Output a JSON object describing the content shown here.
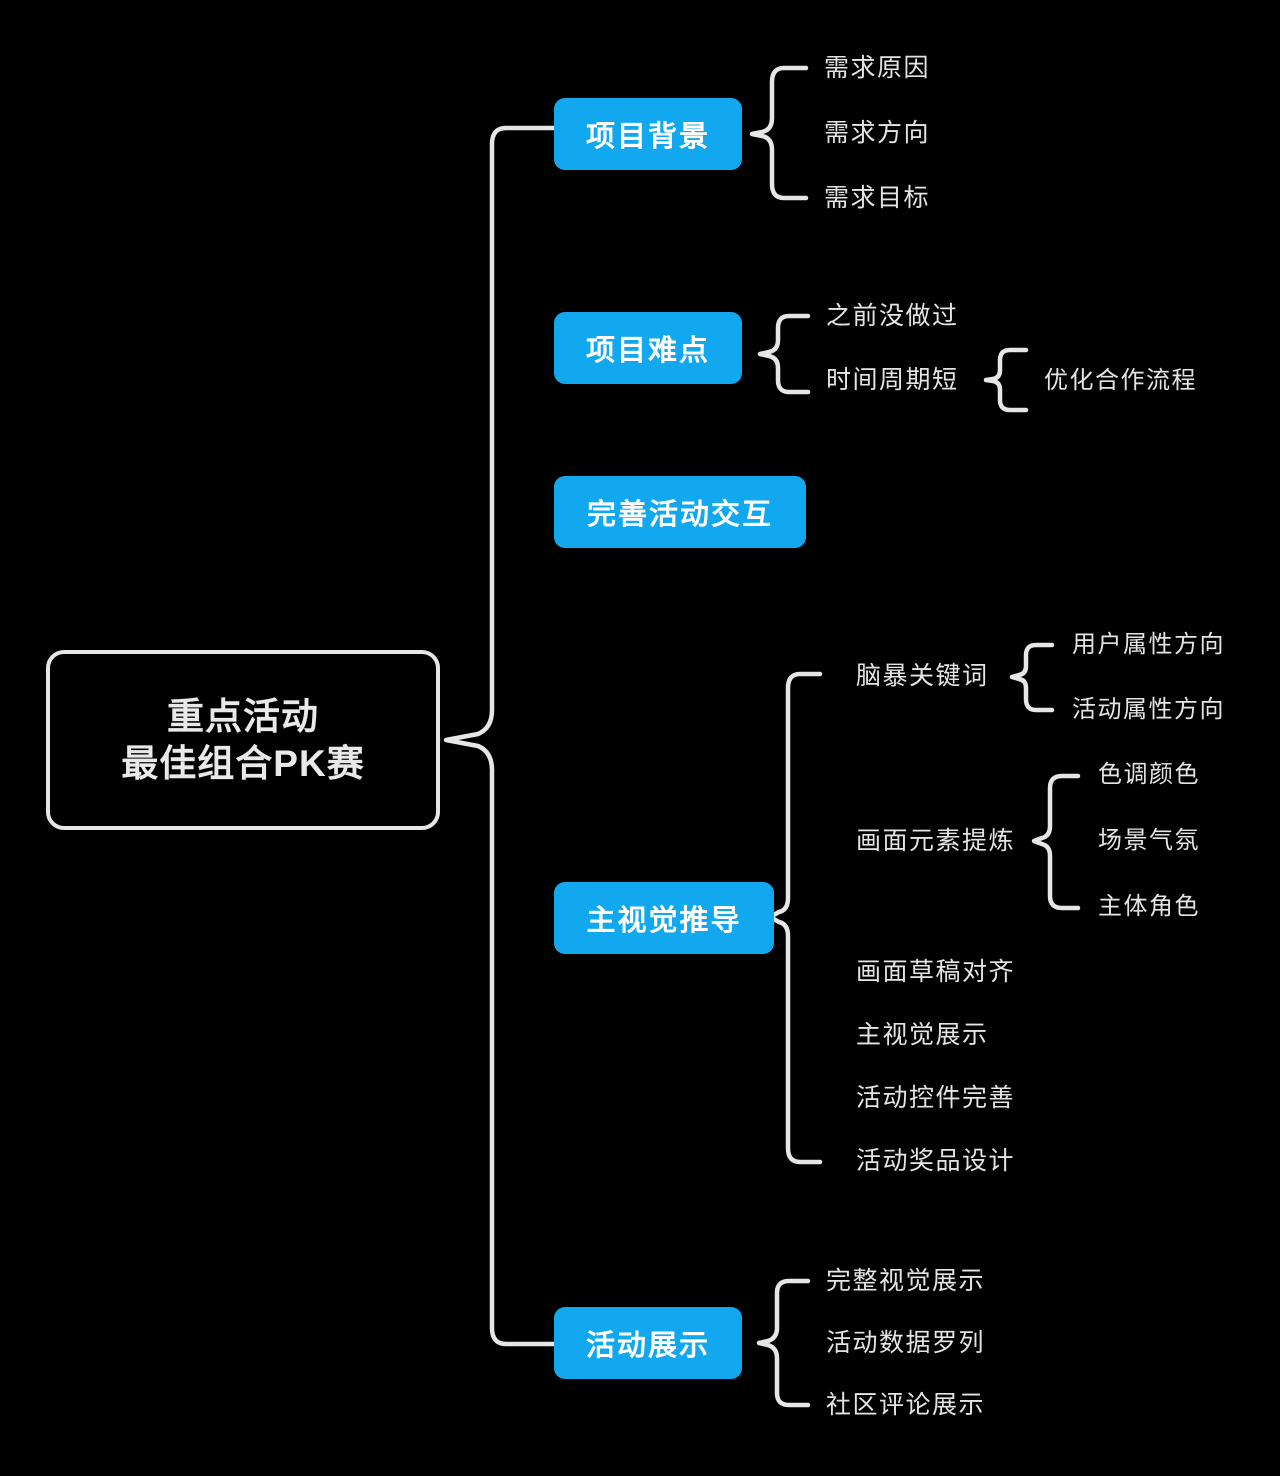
{
  "meta": {
    "type": "mindmap",
    "background_color": "#000000",
    "node_fill": "#12A8F0",
    "node_text_color": "#FFFFFF",
    "leaf_text_color": "#E4E4E4",
    "connector_color": "#E6E6E6",
    "root_border_color": "#E6E6E6"
  },
  "root": {
    "line1": "重点活动",
    "line2": "最佳组合PK赛"
  },
  "branches": [
    {
      "id": "project-background",
      "label": "项目背景",
      "children": [
        {
          "label": "需求原因",
          "children": []
        },
        {
          "label": "需求方向",
          "children": []
        },
        {
          "label": "需求目标",
          "children": []
        }
      ]
    },
    {
      "id": "project-difficulties",
      "label": "项目难点",
      "children": [
        {
          "label": "之前没做过",
          "children": []
        },
        {
          "label": "时间周期短",
          "children": [
            {
              "label": "优化合作流程"
            }
          ]
        }
      ]
    },
    {
      "id": "improve-activity-interaction",
      "label": "完善活动交互",
      "children": []
    },
    {
      "id": "key-visual-derivation",
      "label": "主视觉推导",
      "children": [
        {
          "label": "脑暴关键词",
          "children": [
            {
              "label": "用户属性方向"
            },
            {
              "label": "活动属性方向"
            }
          ]
        },
        {
          "label": "画面元素提炼",
          "children": [
            {
              "label": "色调颜色"
            },
            {
              "label": "场景气氛"
            },
            {
              "label": "主体角色"
            }
          ]
        },
        {
          "label": "画面草稿对齐",
          "children": []
        },
        {
          "label": "主视觉展示",
          "children": []
        },
        {
          "label": "活动控件完善",
          "children": []
        },
        {
          "label": "活动奖品设计",
          "children": []
        }
      ]
    },
    {
      "id": "activity-showcase",
      "label": "活动展示",
      "children": [
        {
          "label": "完整视觉展示",
          "children": []
        },
        {
          "label": "活动数据罗列",
          "children": []
        },
        {
          "label": "社区评论展示",
          "children": []
        }
      ]
    }
  ]
}
